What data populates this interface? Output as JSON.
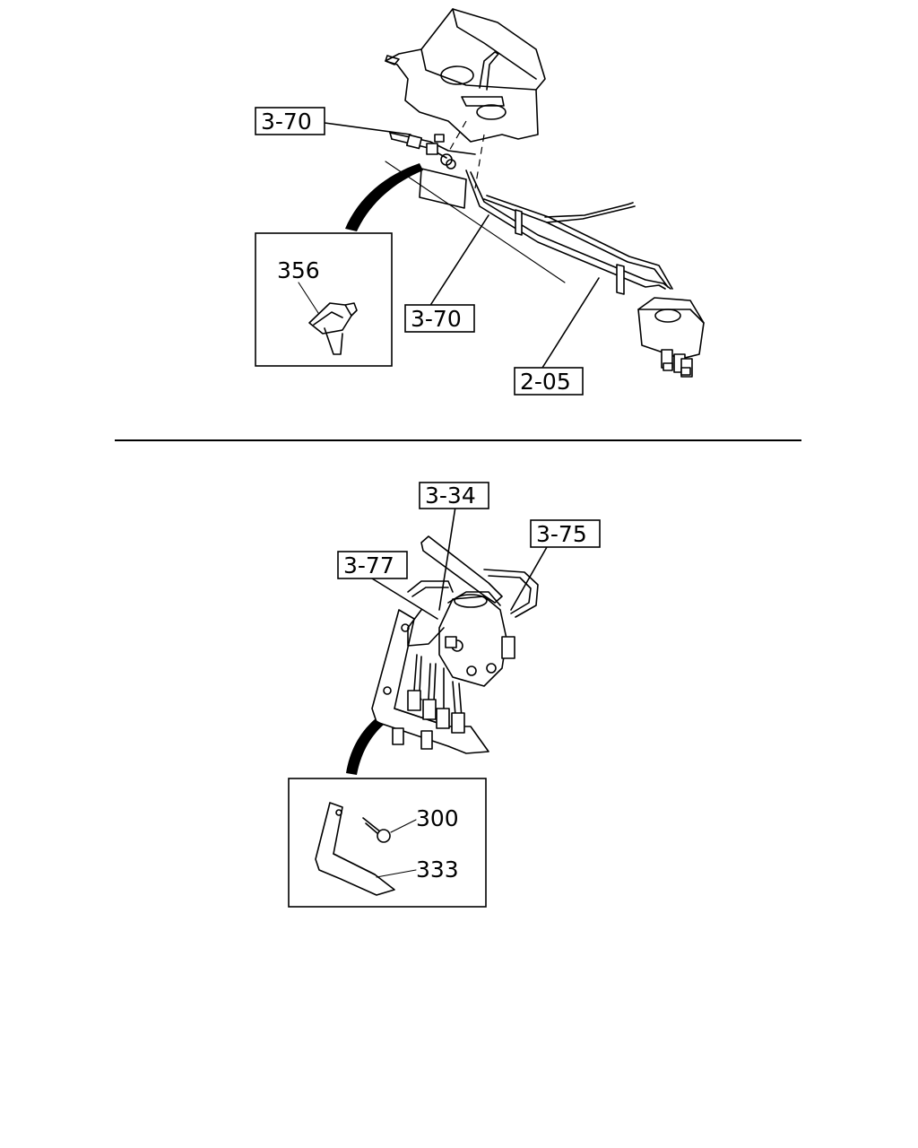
{
  "top_diagram": {
    "callouts": [
      "3-70",
      "3-70",
      "2-05"
    ],
    "detail_part": "356"
  },
  "bottom_diagram": {
    "callouts": [
      "3-34",
      "3-75",
      "3-77"
    ],
    "detail_parts": [
      "300",
      "333"
    ]
  }
}
